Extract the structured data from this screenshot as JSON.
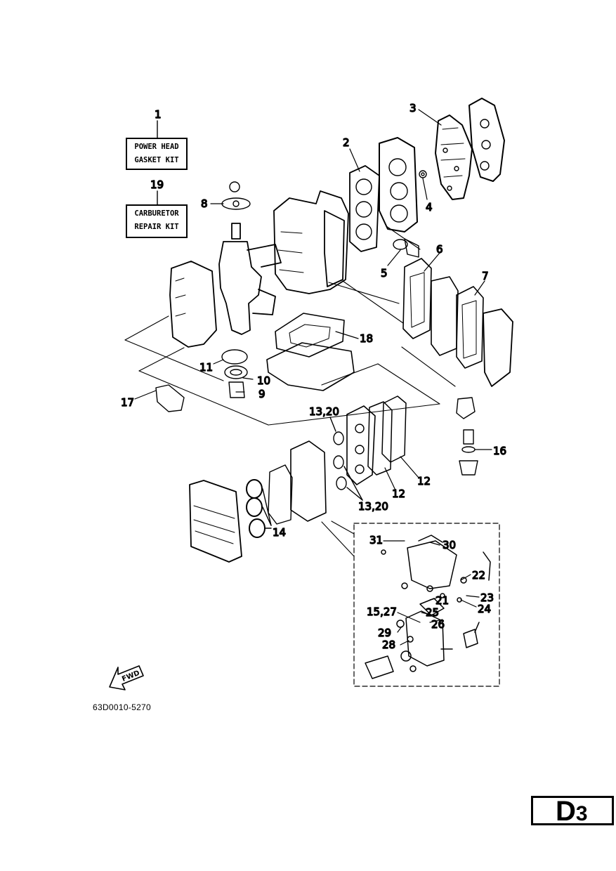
{
  "kits": {
    "power_head": {
      "number": "1",
      "line1": "POWER HEAD",
      "line2": "GASKET KIT"
    },
    "carburetor": {
      "number": "19",
      "line1": "CARBURETOR",
      "line2": "REPAIR KIT"
    }
  },
  "callouts": {
    "c2": "2",
    "c3": "3",
    "c4": "4",
    "c5": "5",
    "c6": "6",
    "c7": "7",
    "c8": "8",
    "c9": "9",
    "c10": "10",
    "c11": "11",
    "c12a": "12",
    "c12b": "12",
    "c13a": "13,20",
    "c13b": "13,20",
    "c14": "14",
    "c15": "15,27",
    "c16": "16",
    "c17": "17",
    "c18": "18",
    "c21": "21",
    "c22": "22",
    "c23": "23",
    "c24": "24",
    "c25": "25",
    "c26": "26",
    "c28": "28",
    "c29": "29",
    "c30": "30",
    "c31": "31"
  },
  "fwd_label": "FWD",
  "part_code": "63D0010-5270",
  "page_id": {
    "letter": "D",
    "number": "3"
  },
  "colors": {
    "ink": "#000000",
    "paper": "#ffffff"
  }
}
